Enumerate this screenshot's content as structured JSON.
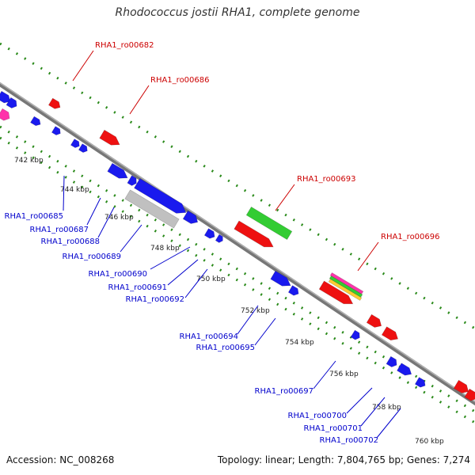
{
  "title": "Rhodococcus jostii RHA1, complete genome",
  "accession": "Accession: NC_008268",
  "topology": "Topology: linear; Length: 7,804,765 bp; Genes: 7,274",
  "colors": {
    "backbone": "#8a8a8a",
    "tick_dots": "#2a8a1a",
    "forward_gene": "#ee1111",
    "reverse_gene": "#1a1aee",
    "rna_gene": "#33cc33",
    "pseudo_gene": "#c0c0c0",
    "other_gene": "#ff33aa",
    "forward_label": "#cc0000",
    "reverse_label": "#0000cc"
  },
  "scale_ticks": [
    "742 kbp",
    "744 kbp",
    "746 kbp",
    "748 kbp",
    "750 kbp",
    "752 kbp",
    "754 kbp",
    "756 kbp",
    "758 kbp",
    "760 kbp"
  ],
  "forward_labels": [
    "RHA1_ro00682",
    "RHA1_ro00686",
    "RHA1_ro00693",
    "RHA1_ro00696"
  ],
  "reverse_labels": [
    "RHA1_ro00685",
    "RHA1_ro00687",
    "RHA1_ro00688",
    "RHA1_ro00689",
    "RHA1_ro00690",
    "RHA1_ro00691",
    "RHA1_ro00692",
    "RHA1_ro00694",
    "RHA1_ro00695",
    "RHA1_ro00697",
    "RHA1_ro00700",
    "RHA1_ro00701",
    "RHA1_ro00702"
  ]
}
